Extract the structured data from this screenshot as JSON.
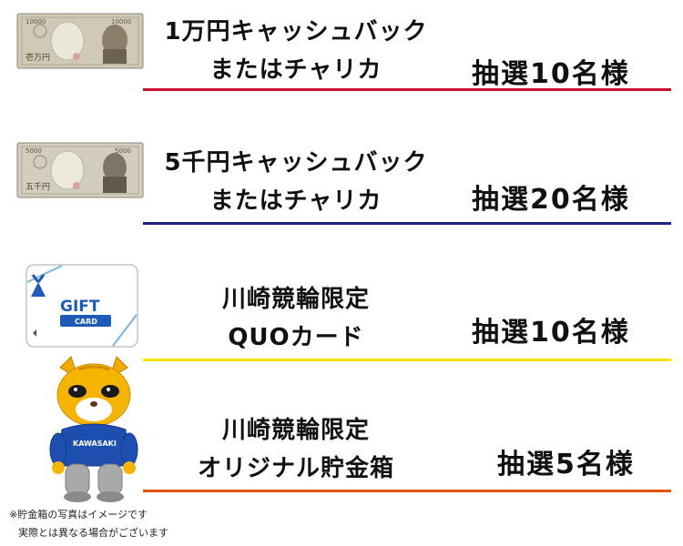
{
  "prizes": [
    {
      "title_line1": "1万円キャッシュバック",
      "title_line2": "またはチャリカ",
      "lottery": "抽選10名様",
      "line_color": "#c8102e",
      "image": "10000-yen-banknote",
      "note_amount": "10000",
      "note_kanji": "壱万円"
    },
    {
      "title_line1": "5千円キャッシュバック",
      "title_line2": "またはチャリカ",
      "lottery": "抽選20名様",
      "line_color": "#1a237e",
      "image": "5000-yen-banknote",
      "note_amount": "5000",
      "note_kanji": "五千円"
    },
    {
      "title_line1": "川崎競輪限定",
      "title_line2": "QUOカード",
      "lottery": "抽選10名様",
      "line_color": "#f5e400",
      "image": "quo-gift-card",
      "card_text_1": "GIFT",
      "card_text_2": "CARD"
    },
    {
      "title_line1": "川崎競輪限定",
      "title_line2": "オリジナル貯金箱",
      "lottery": "抽選5名様",
      "line_color": "#e65100",
      "image": "cat-mascot-coin-bank",
      "shirt_text": "KAWASAKI"
    }
  ],
  "note": {
    "line1": "※貯金箱の写真はイメージです",
    "line2": "実際とは異なる場合がございます"
  }
}
